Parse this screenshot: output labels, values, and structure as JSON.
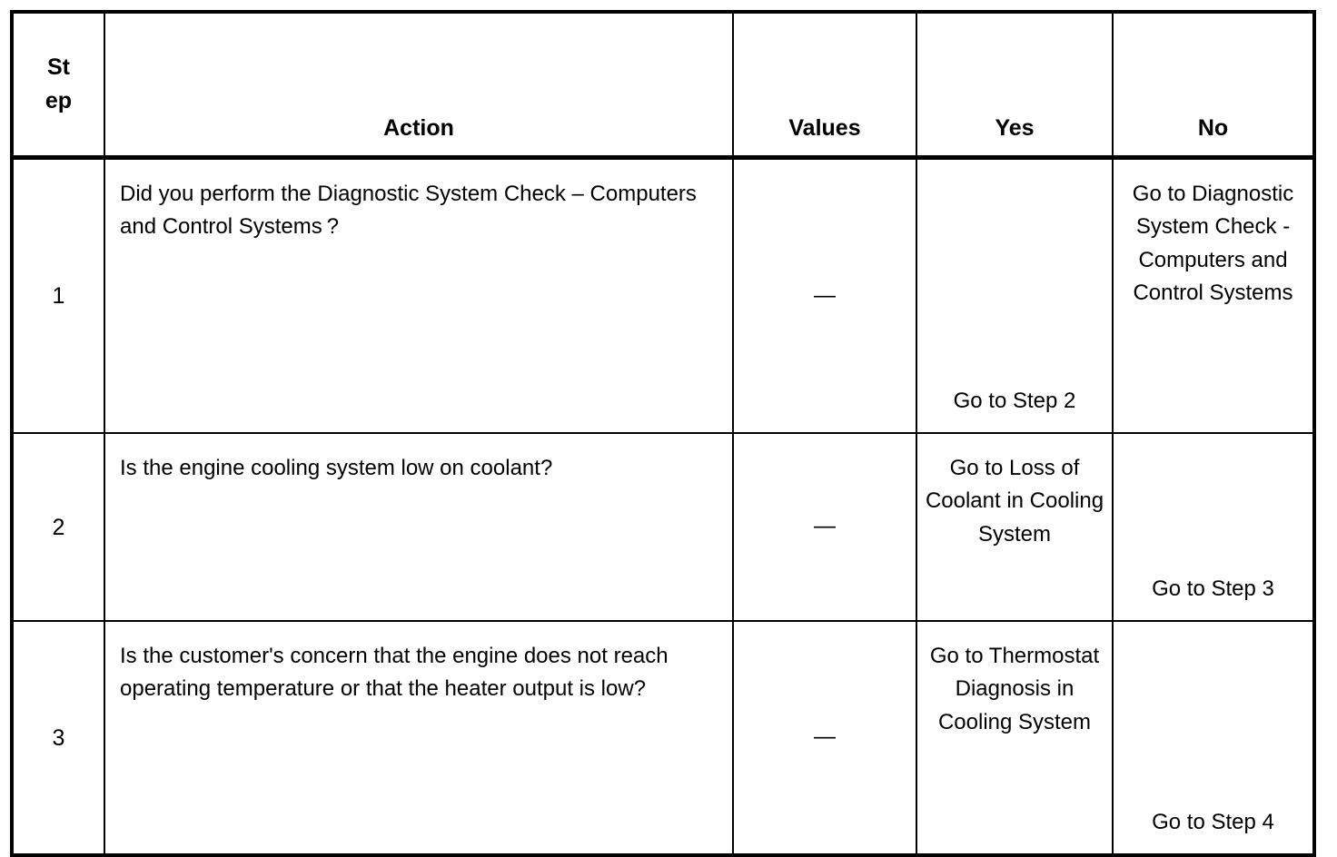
{
  "table": {
    "headers": {
      "step_line1": "St",
      "step_line2": "ep",
      "action": "Action",
      "values": "Values",
      "yes": "Yes",
      "no": "No"
    },
    "rows": [
      {
        "step": "1",
        "action": "Did you perform the Diagnostic System Check – Computers and Control Systems ?",
        "values": "—",
        "yes": "Go to Step 2",
        "yes_align": "bottom",
        "no": "Go to Diagnostic System Check - Computers and Control Systems",
        "no_align": "top"
      },
      {
        "step": "2",
        "action": "Is the engine cooling system low on coolant?",
        "values": "—",
        "yes": "Go to Loss of Coolant in Cooling System",
        "yes_align": "top",
        "no": "Go to Step 3",
        "no_align": "bottom"
      },
      {
        "step": "3",
        "action": "Is the customer's concern that the engine does not reach operating temperature or that the heater output is low?",
        "values": "—",
        "yes": "Go to Thermostat Diagnosis in Cooling System",
        "yes_align": "top",
        "no": "Go to Step 4",
        "no_align": "bottom"
      }
    ]
  },
  "colors": {
    "border": "#000000",
    "background": "#ffffff",
    "text": "#000000"
  }
}
